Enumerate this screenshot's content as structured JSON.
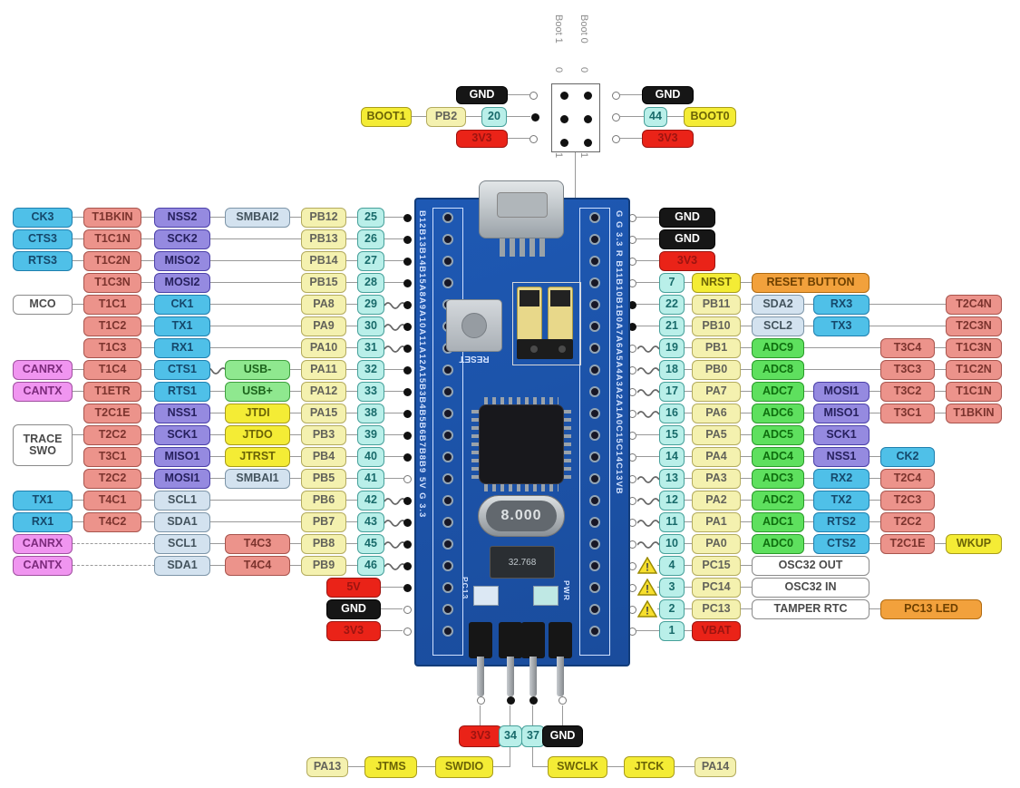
{
  "colors": {
    "blue": "#4fc0e8",
    "salmon": "#ec938b",
    "purple": "#958ae0",
    "ltblue": "#d3e2ef",
    "green": "#8fe88f",
    "adc_green": "#5ee05e",
    "yellow": "#f4ec35",
    "paleyellow": "#f4f1af",
    "cyan": "#b9efe9",
    "red": "#ea2318",
    "black": "#161616",
    "orange": "#f2a13c",
    "violet": "#f095f0",
    "pcb_blue": "#1d55a8"
  },
  "top": {
    "boot1_label": "Boot 1",
    "boot0_label": "Boot 0",
    "zero": "0",
    "one": "1",
    "left": {
      "gnd": "GND",
      "boot1": "BOOT1",
      "pb2": "PB2",
      "pin": "20",
      "v3": "3V3"
    },
    "right": {
      "gnd": "GND",
      "pin": "44",
      "boot0": "BOOT0",
      "v3": "3V3"
    }
  },
  "left_extra": {
    "trace_label": "TRACE\nSWO"
  },
  "left_rows": [
    {
      "pin": "25",
      "port": "PB12",
      "cells": [
        {
          "col": "c0",
          "t": "CK3",
          "c": "blue"
        },
        {
          "col": "c1",
          "t": "T1BKIN",
          "c": "salmon"
        },
        {
          "col": "c2",
          "t": "NSS2",
          "c": "purple"
        },
        {
          "col": "c3",
          "t": "SMBAI2",
          "c": "ltblue"
        }
      ],
      "end": "dot"
    },
    {
      "pin": "26",
      "port": "PB13",
      "cells": [
        {
          "col": "c0",
          "t": "CTS3",
          "c": "blue"
        },
        {
          "col": "c1",
          "t": "T1C1N",
          "c": "salmon"
        },
        {
          "col": "c2",
          "t": "SCK2",
          "c": "purple"
        }
      ],
      "end": "dot"
    },
    {
      "pin": "27",
      "port": "PB14",
      "cells": [
        {
          "col": "c0",
          "t": "RTS3",
          "c": "blue"
        },
        {
          "col": "c1",
          "t": "T1C2N",
          "c": "salmon"
        },
        {
          "col": "c2",
          "t": "MISO2",
          "c": "purple"
        }
      ],
      "end": "dot"
    },
    {
      "pin": "28",
      "port": "PB15",
      "cells": [
        {
          "col": "c1",
          "t": "T1C3N",
          "c": "salmon"
        },
        {
          "col": "c2",
          "t": "MOSI2",
          "c": "purple"
        }
      ],
      "end": "dot"
    },
    {
      "pin": "29",
      "port": "PA8",
      "cells": [
        {
          "col": "c0",
          "t": "MCO",
          "c": "white"
        },
        {
          "col": "c1",
          "t": "T1C1",
          "c": "salmon"
        },
        {
          "col": "c2",
          "t": "CK1",
          "c": "blue"
        }
      ],
      "end": "dot",
      "squiggle": true
    },
    {
      "pin": "30",
      "port": "PA9",
      "cells": [
        {
          "col": "c1",
          "t": "T1C2",
          "c": "salmon"
        },
        {
          "col": "c2",
          "t": "TX1",
          "c": "blue"
        }
      ],
      "end": "dot",
      "squiggle": true
    },
    {
      "pin": "31",
      "port": "PA10",
      "cells": [
        {
          "col": "c1",
          "t": "T1C3",
          "c": "salmon"
        },
        {
          "col": "c2",
          "t": "RX1",
          "c": "blue"
        }
      ],
      "end": "dot",
      "squiggle": true
    },
    {
      "pin": "32",
      "port": "PA11",
      "cells": [
        {
          "col": "c0",
          "t": "CANRX",
          "c": "violet"
        },
        {
          "col": "c1",
          "t": "T1C4",
          "c": "salmon"
        },
        {
          "col": "c2",
          "t": "CTS1",
          "c": "blue"
        },
        {
          "col": "c3",
          "t": "USB-",
          "c": "green"
        }
      ],
      "end": "dot",
      "midsquiggle": true
    },
    {
      "pin": "33",
      "port": "PA12",
      "cells": [
        {
          "col": "c0",
          "t": "CANTX",
          "c": "violet"
        },
        {
          "col": "c1",
          "t": "T1ETR",
          "c": "salmon"
        },
        {
          "col": "c2",
          "t": "RTS1",
          "c": "blue"
        },
        {
          "col": "c3",
          "t": "USB+",
          "c": "green"
        }
      ],
      "end": "dot"
    },
    {
      "pin": "38",
      "port": "PA15",
      "cells": [
        {
          "col": "c1",
          "t": "T2C1E",
          "c": "salmon"
        },
        {
          "col": "c2",
          "t": "NSS1",
          "c": "purple"
        },
        {
          "col": "c3",
          "t": "JTDI",
          "c": "yellow"
        }
      ],
      "end": "dot"
    },
    {
      "pin": "39",
      "port": "PB3",
      "cells": [
        {
          "col": "c1",
          "t": "T2C2",
          "c": "salmon"
        },
        {
          "col": "c2",
          "t": "SCK1",
          "c": "purple"
        },
        {
          "col": "c3",
          "t": "JTDO",
          "c": "yellow"
        }
      ],
      "end": "dot"
    },
    {
      "pin": "40",
      "port": "PB4",
      "cells": [
        {
          "col": "c1",
          "t": "T3C1",
          "c": "salmon"
        },
        {
          "col": "c2",
          "t": "MISO1",
          "c": "purple"
        },
        {
          "col": "c3",
          "t": "JTRST",
          "c": "yellow"
        }
      ],
      "end": "dot"
    },
    {
      "pin": "41",
      "port": "PB5",
      "cells": [
        {
          "col": "c1",
          "t": "T2C2",
          "c": "salmon"
        },
        {
          "col": "c2",
          "t": "MOSI1",
          "c": "purple"
        },
        {
          "col": "c3",
          "t": "SMBAI1",
          "c": "ltblue"
        }
      ],
      "end": "circle"
    },
    {
      "pin": "42",
      "port": "PB6",
      "cells": [
        {
          "col": "c0",
          "t": "TX1",
          "c": "blue"
        },
        {
          "col": "c1",
          "t": "T4C1",
          "c": "salmon"
        },
        {
          "col": "c2",
          "t": "SCL1",
          "c": "ltblue"
        }
      ],
      "end": "dot",
      "squiggle": true
    },
    {
      "pin": "43",
      "port": "PB7",
      "cells": [
        {
          "col": "c0",
          "t": "RX1",
          "c": "blue"
        },
        {
          "col": "c1",
          "t": "T4C2",
          "c": "salmon"
        },
        {
          "col": "c2",
          "t": "SDA1",
          "c": "ltblue"
        }
      ],
      "end": "dot",
      "squiggle": true
    },
    {
      "pin": "45",
      "port": "PB8",
      "cells": [
        {
          "col": "c0",
          "t": "CANRX",
          "c": "violet"
        },
        {
          "col": "c2",
          "t": "SCL1",
          "c": "ltblue"
        },
        {
          "col": "c3",
          "t": "T4C3",
          "c": "salmon"
        }
      ],
      "end": "dot",
      "squiggle": true,
      "dashed": true
    },
    {
      "pin": "46",
      "port": "PB9",
      "cells": [
        {
          "col": "c0",
          "t": "CANTX",
          "c": "violet"
        },
        {
          "col": "c2",
          "t": "SDA1",
          "c": "ltblue"
        },
        {
          "col": "c3",
          "t": "T4C4",
          "c": "salmon"
        }
      ],
      "end": "dot",
      "squiggle": true,
      "dashed": true
    },
    {
      "power": "5V",
      "pc": "red",
      "end": "dot"
    },
    {
      "power": "GND",
      "pc": "black",
      "end": "circle"
    },
    {
      "power": "3V3",
      "pc": "red",
      "end": "circle"
    }
  ],
  "right_rows": [
    {
      "power": "GND",
      "pc": "black",
      "end": "circle"
    },
    {
      "power": "GND",
      "pc": "black",
      "end": "circle"
    },
    {
      "power": "3V3",
      "pc": "red",
      "end": "circle"
    },
    {
      "pin": "7",
      "port": "NRST",
      "portc": "yellow",
      "cells": [
        {
          "col": "wide",
          "t": "RESET BUTTON",
          "c": "orange"
        }
      ],
      "end": "circle"
    },
    {
      "pin": "22",
      "port": "PB11",
      "cells": [
        {
          "col": "c3",
          "t": "SDA2",
          "c": "ltblue"
        },
        {
          "col": "c4",
          "t": "RX3",
          "c": "blue"
        },
        {
          "col": "c6",
          "t": "T2C4N",
          "c": "salmon"
        }
      ],
      "end": "dot"
    },
    {
      "pin": "21",
      "port": "PB10",
      "cells": [
        {
          "col": "c3",
          "t": "SCL2",
          "c": "ltblue"
        },
        {
          "col": "c4",
          "t": "TX3",
          "c": "blue"
        },
        {
          "col": "c6",
          "t": "T2C3N",
          "c": "salmon"
        }
      ],
      "end": "dot"
    },
    {
      "pin": "19",
      "port": "PB1",
      "cells": [
        {
          "col": "c3",
          "t": "ADC9",
          "c": "adc"
        },
        {
          "col": "c5",
          "t": "T3C4",
          "c": "salmon"
        },
        {
          "col": "c6",
          "t": "T1C3N",
          "c": "salmon"
        }
      ],
      "end": "circle",
      "squiggle": true
    },
    {
      "pin": "18",
      "port": "PB0",
      "cells": [
        {
          "col": "c3",
          "t": "ADC8",
          "c": "adc"
        },
        {
          "col": "c5",
          "t": "T3C3",
          "c": "salmon"
        },
        {
          "col": "c6",
          "t": "T1C2N",
          "c": "salmon"
        }
      ],
      "end": "circle",
      "squiggle": true
    },
    {
      "pin": "17",
      "port": "PA7",
      "cells": [
        {
          "col": "c3",
          "t": "ADC7",
          "c": "adc"
        },
        {
          "col": "c4",
          "t": "MOSI1",
          "c": "purple"
        },
        {
          "col": "c5",
          "t": "T3C2",
          "c": "salmon"
        },
        {
          "col": "c6",
          "t": "T1C1N",
          "c": "salmon"
        }
      ],
      "end": "circle",
      "squiggle": true
    },
    {
      "pin": "16",
      "port": "PA6",
      "cells": [
        {
          "col": "c3",
          "t": "ADC6",
          "c": "adc"
        },
        {
          "col": "c4",
          "t": "MISO1",
          "c": "purple"
        },
        {
          "col": "c5",
          "t": "T3C1",
          "c": "salmon"
        },
        {
          "col": "c6",
          "t": "T1BKIN",
          "c": "salmon"
        }
      ],
      "end": "circle",
      "squiggle": true
    },
    {
      "pin": "15",
      "port": "PA5",
      "cells": [
        {
          "col": "c3",
          "t": "ADC5",
          "c": "adc"
        },
        {
          "col": "c4",
          "t": "SCK1",
          "c": "purple"
        }
      ],
      "end": "circle"
    },
    {
      "pin": "14",
      "port": "PA4",
      "cells": [
        {
          "col": "c3",
          "t": "ADC4",
          "c": "adc"
        },
        {
          "col": "c4",
          "t": "NSS1",
          "c": "purple"
        },
        {
          "col": "c5",
          "t": "CK2",
          "c": "blue"
        }
      ],
      "end": "circle"
    },
    {
      "pin": "13",
      "port": "PA3",
      "cells": [
        {
          "col": "c3",
          "t": "ADC3",
          "c": "adc"
        },
        {
          "col": "c4",
          "t": "RX2",
          "c": "blue"
        },
        {
          "col": "c5",
          "t": "T2C4",
          "c": "salmon"
        }
      ],
      "end": "circle",
      "squiggle": true
    },
    {
      "pin": "12",
      "port": "PA2",
      "cells": [
        {
          "col": "c3",
          "t": "ADC2",
          "c": "adc"
        },
        {
          "col": "c4",
          "t": "TX2",
          "c": "blue"
        },
        {
          "col": "c5",
          "t": "T2C3",
          "c": "salmon"
        }
      ],
      "end": "circle",
      "squiggle": true
    },
    {
      "pin": "11",
      "port": "PA1",
      "cells": [
        {
          "col": "c3",
          "t": "ADC1",
          "c": "adc"
        },
        {
          "col": "c4",
          "t": "RTS2",
          "c": "blue"
        },
        {
          "col": "c5",
          "t": "T2C2",
          "c": "salmon"
        }
      ],
      "end": "circle",
      "squiggle": true
    },
    {
      "pin": "10",
      "port": "PA0",
      "cells": [
        {
          "col": "c3",
          "t": "ADC0",
          "c": "adc"
        },
        {
          "col": "c4",
          "t": "CTS2",
          "c": "blue"
        },
        {
          "col": "c5",
          "t": "T2C1E",
          "c": "salmon"
        },
        {
          "col": "c6",
          "t": "WKUP",
          "c": "yellow"
        }
      ],
      "end": "circle",
      "squiggle": true
    },
    {
      "pin": "4",
      "port": "PC15",
      "cells": [
        {
          "col": "wide",
          "t": "OSC32 OUT",
          "c": "white"
        }
      ],
      "end": "circle",
      "warn": true
    },
    {
      "pin": "3",
      "port": "PC14",
      "cells": [
        {
          "col": "wide",
          "t": "OSC32 IN",
          "c": "white"
        }
      ],
      "end": "circle",
      "warn": true
    },
    {
      "pin": "2",
      "port": "PC13",
      "cells": [
        {
          "col": "wide",
          "t": "TAMPER RTC",
          "c": "white"
        },
        {
          "col": "led",
          "t": "PC13 LED",
          "c": "orange"
        }
      ],
      "end": "circle",
      "warn": true
    },
    {
      "pin": "1",
      "port": "VBAT",
      "portc": "red",
      "end": "circle"
    }
  ],
  "bottom": {
    "v3": "3V3",
    "p34": "34",
    "p37": "37",
    "gnd": "GND",
    "row2": [
      {
        "t": "PA13",
        "c": "paleyellow"
      },
      {
        "t": "JTMS",
        "c": "yellow"
      },
      {
        "t": "SWDIO",
        "c": "yellow"
      },
      {
        "t": "SWCLK",
        "c": "yellow"
      },
      {
        "t": "JTCK",
        "c": "yellow"
      },
      {
        "t": "PA14",
        "c": "paleyellow"
      }
    ]
  },
  "board": {
    "edge_left": "B12B13B14B15A8A9A10A11A12A15B3B4B5B6B7B8B9 5V G 3.3",
    "edge_right": "G G 3.3 R B11B10B1B0A7A6A5A4A3A2A1A0C15C14C13VB",
    "reset_silk": "RESET",
    "crystal": "8.000",
    "crystal2": "32.768",
    "led1_silk": "PC13",
    "led2_silk": "PWR"
  }
}
